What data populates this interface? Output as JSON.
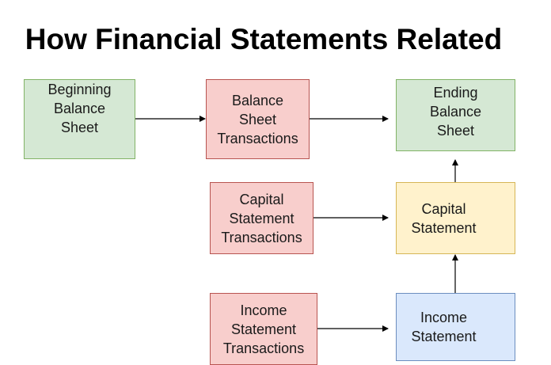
{
  "title": "How Financial Statements Related",
  "nodes": {
    "beginning_balance_sheet": {
      "label": "Beginning\nBalance\nSheet",
      "color": "#d5e8d4"
    },
    "balance_sheet_transactions": {
      "label": "Balance\nSheet\nTransactions",
      "color": "#f8cecc"
    },
    "ending_balance_sheet": {
      "label": "Ending\nBalance\nSheet",
      "color": "#d5e8d4"
    },
    "capital_statement_transactions": {
      "label": "Capital\nStatement\nTransactions",
      "color": "#f8cecc"
    },
    "capital_statement": {
      "label": "Capital\nStatement",
      "color": "#fff2cc"
    },
    "income_statement_transactions": {
      "label": "Income\nStatement\nTransactions",
      "color": "#f8cecc"
    },
    "income_statement": {
      "label": "Income\nStatement",
      "color": "#dae8fc"
    }
  },
  "edges": [
    {
      "from": "beginning_balance_sheet",
      "to": "balance_sheet_transactions"
    },
    {
      "from": "balance_sheet_transactions",
      "to": "ending_balance_sheet"
    },
    {
      "from": "capital_statement_transactions",
      "to": "capital_statement"
    },
    {
      "from": "income_statement_transactions",
      "to": "income_statement"
    },
    {
      "from": "income_statement",
      "to": "capital_statement"
    },
    {
      "from": "capital_statement",
      "to": "ending_balance_sheet"
    }
  ]
}
